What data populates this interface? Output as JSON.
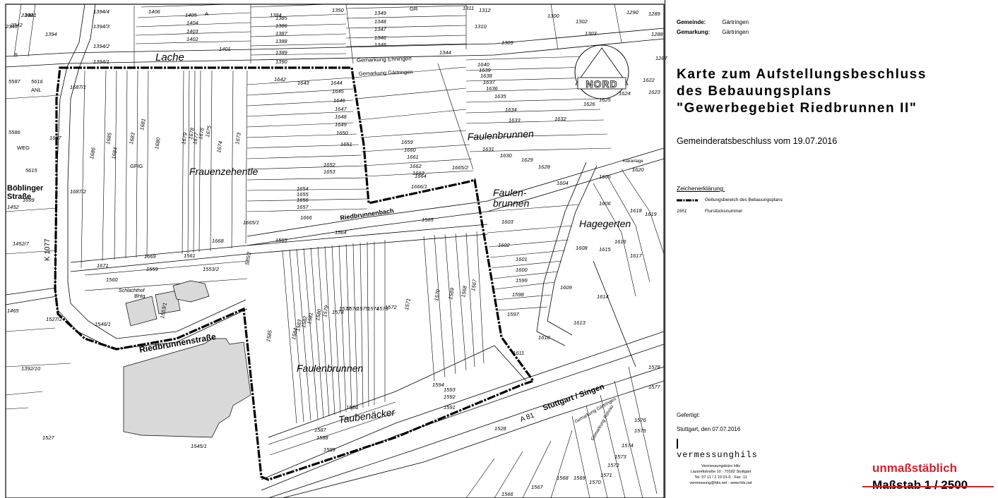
{
  "header": {
    "gemeinde_label": "Gemeinde:",
    "gemeinde_value": "Gärtringen",
    "gemarkung_label": "Gemarkung:",
    "gemarkung_value": "Gärtringen"
  },
  "title_lines": [
    "Karte zum Aufstellungsbeschluss",
    "des Bebauungsplans",
    "\"Gewerbegebiet Riedbrunnen II\""
  ],
  "resolution": "Gemeinderatsbeschluss vom 19.07.2016",
  "legend": {
    "title": "Zeichenerklärung:",
    "items": [
      {
        "symbol": "boundary",
        "label": "Geltungsbereich des Bebauungsplans"
      },
      {
        "symbol": "number",
        "sample": "1651",
        "label": "Flurstücksnummer"
      }
    ]
  },
  "footer": {
    "made_label": "Gefertigt:",
    "place_date": "Stuttgart, den 07.07.2016",
    "company": "vermessunghils",
    "address_lines": [
      "Vermessungsbüro Hils",
      "Lazarettstraße 10 · 70182 Stuttgart",
      "Tel. 07 11 / 2 10 01-0 · Fax -11",
      "vermessung@hils.net · www.hils.net"
    ],
    "unmassstablich": "unmaßstäblich",
    "scale": "Maßstab 1 / 2500"
  },
  "north_label": "NORD",
  "colors": {
    "boundary": "#000000",
    "building": "#d9d9d9",
    "accent_red": "#d8202a"
  },
  "map_labels": {
    "areas": [
      {
        "text": "Lache"
      },
      {
        "text": "Frauenzehentle"
      },
      {
        "text": "Faulenbrunnen"
      },
      {
        "text": "Faulen-"
      },
      {
        "text": "brunnen"
      },
      {
        "text": "Hagegerten"
      },
      {
        "text": "Faulenbrunnen"
      },
      {
        "text": "Taubenäcker"
      }
    ],
    "streets": [
      {
        "text": "Böblinger"
      },
      {
        "text": "Straße"
      },
      {
        "text": "K 1077"
      },
      {
        "text": "Riedbrunnenstraße"
      },
      {
        "text": "Riedbrunnenbach"
      },
      {
        "text": "A 81"
      },
      {
        "text": "Stuttgart / Singen"
      },
      {
        "text": "Schlachthof"
      },
      {
        "text": "Kläranlage"
      }
    ],
    "gemarkung": [
      {
        "text": "Gemarkung Ehningen"
      },
      {
        "text": "Gemarkung Gärtringen"
      },
      {
        "text": "Gemarkung Gärtringen"
      },
      {
        "text": "Gemarkung Rohrau"
      }
    ],
    "parcels": [
      {
        "text": "1406"
      },
      {
        "text": "1405"
      },
      {
        "text": "1404"
      },
      {
        "text": "1403"
      },
      {
        "text": "1402"
      },
      {
        "text": "1401"
      },
      {
        "text": "1394/4"
      },
      {
        "text": "1394/3"
      },
      {
        "text": "1394/2"
      },
      {
        "text": "1394/1"
      },
      {
        "text": "1394"
      },
      {
        "text": "2340"
      },
      {
        "text": "2342"
      },
      {
        "text": "2343"
      },
      {
        "text": "2341"
      },
      {
        "text": "1384"
      },
      {
        "text": "1385"
      },
      {
        "text": "1386"
      },
      {
        "text": "1387"
      },
      {
        "text": "1388"
      },
      {
        "text": "1389"
      },
      {
        "text": "1390"
      },
      {
        "text": "1350"
      },
      {
        "text": "1349"
      },
      {
        "text": "1348"
      },
      {
        "text": "1347"
      },
      {
        "text": "1346"
      },
      {
        "text": "1345"
      },
      {
        "text": "1344"
      },
      {
        "text": "1311"
      },
      {
        "text": "1312"
      },
      {
        "text": "1310"
      },
      {
        "text": "1309"
      },
      {
        "text": "1302"
      },
      {
        "text": "1303"
      },
      {
        "text": "1300"
      },
      {
        "text": "1290"
      },
      {
        "text": "1289"
      },
      {
        "text": "1288"
      },
      {
        "text": "1287"
      },
      {
        "text": "5587"
      },
      {
        "text": "5616"
      },
      {
        "text": "1687/1"
      },
      {
        "text": "1687"
      },
      {
        "text": "5586"
      },
      {
        "text": "5615"
      },
      {
        "text": "1686"
      },
      {
        "text": "1685"
      },
      {
        "text": "1684"
      },
      {
        "text": "1683"
      },
      {
        "text": "1681"
      },
      {
        "text": "1680"
      },
      {
        "text": "1679"
      },
      {
        "text": "1678"
      },
      {
        "text": "1677"
      },
      {
        "text": "1676"
      },
      {
        "text": "1675"
      },
      {
        "text": "1674"
      },
      {
        "text": "1673"
      },
      {
        "text": "1687/2"
      },
      {
        "text": "1699"
      },
      {
        "text": "1452"
      },
      {
        "text": "1452/7"
      },
      {
        "text": "1642"
      },
      {
        "text": "1643"
      },
      {
        "text": "1644"
      },
      {
        "text": "1645"
      },
      {
        "text": "1646"
      },
      {
        "text": "1647"
      },
      {
        "text": "1648"
      },
      {
        "text": "1649"
      },
      {
        "text": "1650"
      },
      {
        "text": "1651"
      },
      {
        "text": "1652"
      },
      {
        "text": "1653"
      },
      {
        "text": "1654"
      },
      {
        "text": "1655"
      },
      {
        "text": "1656"
      },
      {
        "text": "1657"
      },
      {
        "text": "1666"
      },
      {
        "text": "1665/1"
      },
      {
        "text": "1640"
      },
      {
        "text": "1639"
      },
      {
        "text": "1638"
      },
      {
        "text": "1637"
      },
      {
        "text": "1636"
      },
      {
        "text": "1635"
      },
      {
        "text": "1634"
      },
      {
        "text": "1633"
      },
      {
        "text": "1632"
      },
      {
        "text": "1631"
      },
      {
        "text": "1630"
      },
      {
        "text": "1629"
      },
      {
        "text": "1628"
      },
      {
        "text": "1622"
      },
      {
        "text": "1623"
      },
      {
        "text": "1624"
      },
      {
        "text": "1625"
      },
      {
        "text": "1626"
      },
      {
        "text": "1659"
      },
      {
        "text": "1660"
      },
      {
        "text": "1661"
      },
      {
        "text": "1662"
      },
      {
        "text": "1663"
      },
      {
        "text": "1664"
      },
      {
        "text": "1665/2"
      },
      {
        "text": "1666/1"
      },
      {
        "text": "1620"
      },
      {
        "text": "1605"
      },
      {
        "text": "1604"
      },
      {
        "text": "1606"
      },
      {
        "text": "1618"
      },
      {
        "text": "1619"
      },
      {
        "text": "1617"
      },
      {
        "text": "1616"
      },
      {
        "text": "1615"
      },
      {
        "text": "1608"
      },
      {
        "text": "1603"
      },
      {
        "text": "1602"
      },
      {
        "text": "1601"
      },
      {
        "text": "1600"
      },
      {
        "text": "1599"
      },
      {
        "text": "1598"
      },
      {
        "text": "1597"
      },
      {
        "text": "1609"
      },
      {
        "text": "1614"
      },
      {
        "text": "1613"
      },
      {
        "text": "1610"
      },
      {
        "text": "1611"
      },
      {
        "text": "1565"
      },
      {
        "text": "1564"
      },
      {
        "text": "1563"
      },
      {
        "text": "1668"
      },
      {
        "text": "1561"
      },
      {
        "text": "1669"
      },
      {
        "text": "1671"
      },
      {
        "text": "1559"
      },
      {
        "text": "1560"
      },
      {
        "text": "1553/2"
      },
      {
        "text": "1553/1"
      },
      {
        "text": "585/2"
      },
      {
        "text": "1571"
      },
      {
        "text": "1570"
      },
      {
        "text": "1569"
      },
      {
        "text": "1568"
      },
      {
        "text": "1567"
      },
      {
        "text": "1585"
      },
      {
        "text": "1584"
      },
      {
        "text": "1583"
      },
      {
        "text": "1582"
      },
      {
        "text": "1581"
      },
      {
        "text": "1580"
      },
      {
        "text": "1579"
      },
      {
        "text": "1578"
      },
      {
        "text": "1577"
      },
      {
        "text": "1576"
      },
      {
        "text": "1575"
      },
      {
        "text": "1574"
      },
      {
        "text": "1573"
      },
      {
        "text": "1572"
      },
      {
        "text": "1465"
      },
      {
        "text": "1527/2"
      },
      {
        "text": "1546/1"
      },
      {
        "text": "1392/10"
      },
      {
        "text": "1527"
      },
      {
        "text": "1545/1"
      },
      {
        "text": "1594"
      },
      {
        "text": "1593"
      },
      {
        "text": "1592"
      },
      {
        "text": "1591"
      },
      {
        "text": "1586"
      },
      {
        "text": "1587"
      },
      {
        "text": "1588"
      },
      {
        "text": "1589"
      },
      {
        "text": "1528"
      },
      {
        "text": "1566"
      },
      {
        "text": "1567"
      },
      {
        "text": "1568"
      },
      {
        "text": "1569"
      },
      {
        "text": "1578"
      },
      {
        "text": "1577"
      },
      {
        "text": "1576"
      },
      {
        "text": "1575"
      },
      {
        "text": "1574"
      },
      {
        "text": "1573"
      },
      {
        "text": "1572"
      },
      {
        "text": "1571"
      },
      {
        "text": "1570"
      }
    ],
    "uses": [
      {
        "text": "A"
      },
      {
        "text": "GR"
      },
      {
        "text": "S"
      },
      {
        "text": "ANL"
      },
      {
        "text": "WEG"
      },
      {
        "text": "GFIG"
      },
      {
        "text": "Bhtg"
      }
    ]
  }
}
